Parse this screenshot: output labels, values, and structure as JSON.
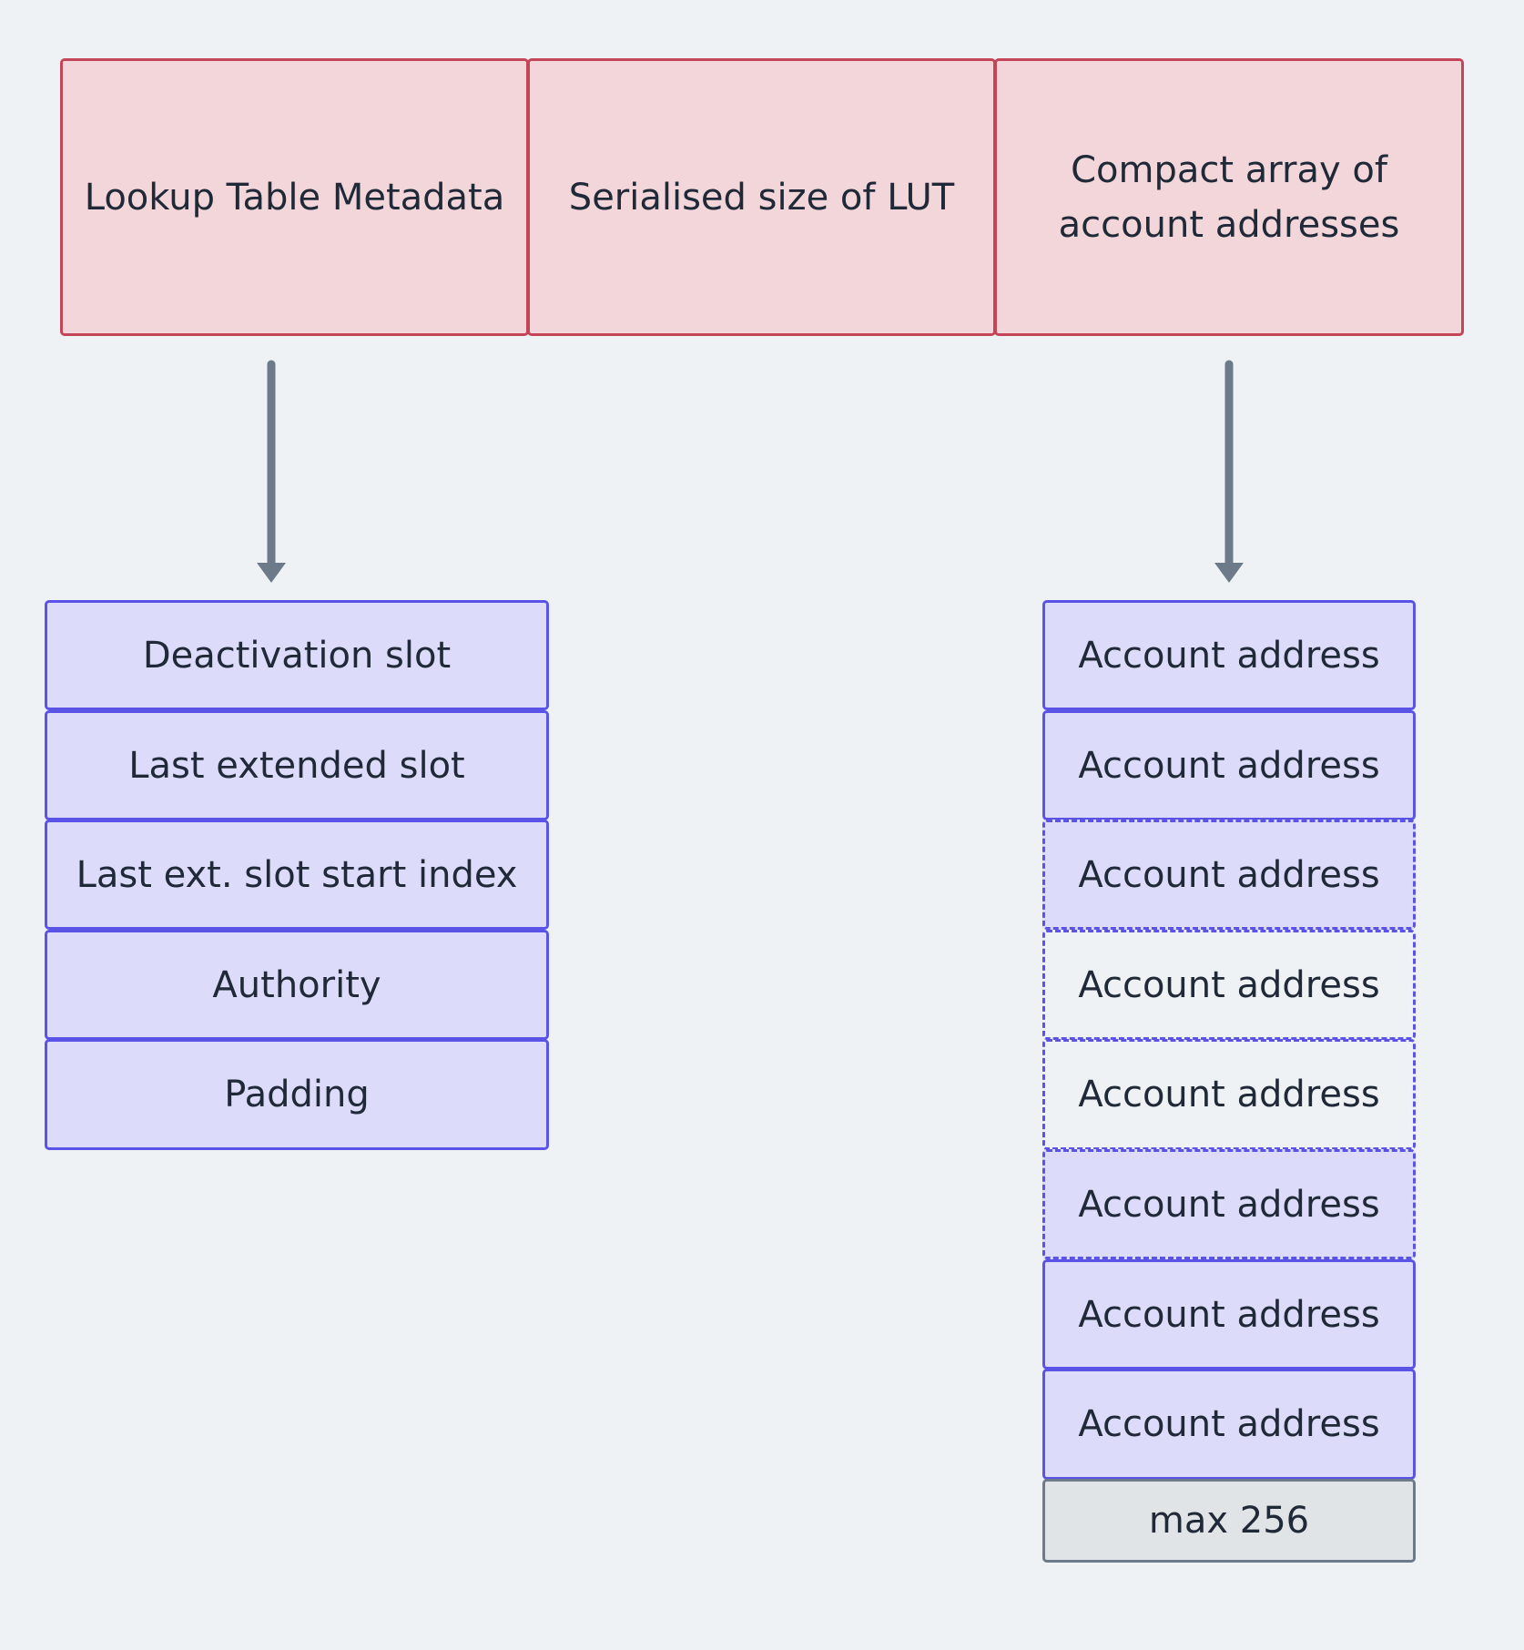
{
  "top_row": {
    "metadata": "Lookup Table Metadata",
    "serialised_size": "Serialised size of LUT",
    "compact_array": "Compact array of account addresses"
  },
  "metadata_fields": [
    "Deactivation slot",
    "Last extended slot",
    "Last ext. slot start index",
    "Authority",
    "Padding"
  ],
  "addresses": [
    "Account address",
    "Account address",
    "Account address",
    "Account address",
    "Account address",
    "Account address",
    "Account address",
    "Account address"
  ],
  "max_label": "max 256",
  "colors": {
    "background": "#eff2f5",
    "top_fill": "#f2d6d9",
    "top_border": "#c44458",
    "cell_fill": "#dcdbfa",
    "cell_border": "#5b52e6",
    "max_fill": "#e0e4e7",
    "max_border": "#6c7a89",
    "arrow": "#6c7a89"
  }
}
